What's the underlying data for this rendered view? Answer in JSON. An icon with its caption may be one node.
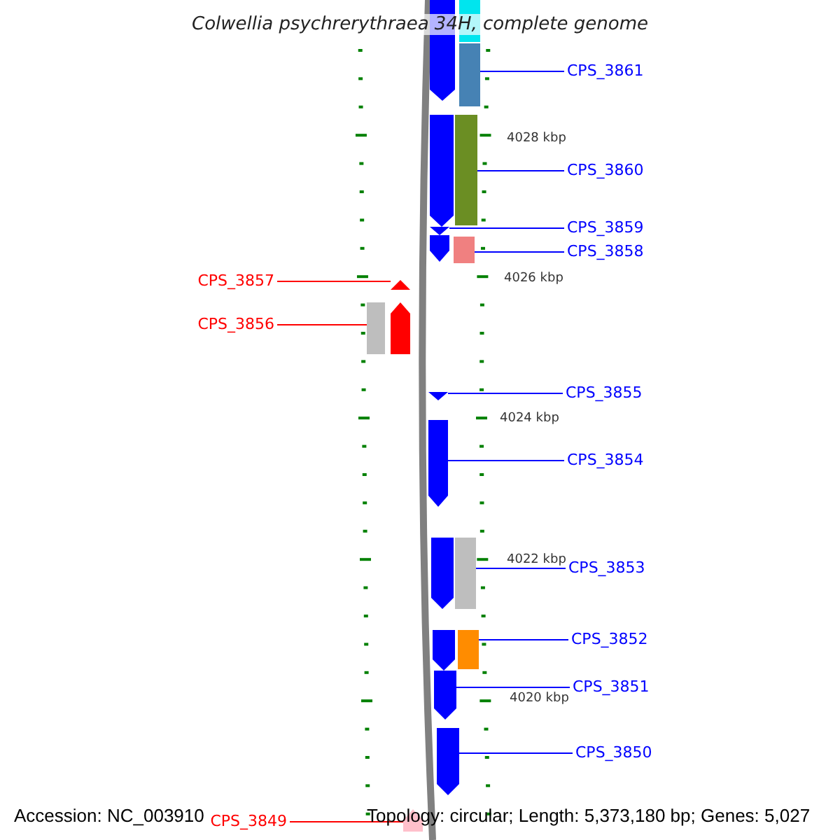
{
  "diagram": {
    "title": "Colwellia psychrerythraea 34H, complete genome",
    "nodes": [
      {
        "text": [],
        "shape": "arrow"
      },
      {
        "text": [],
        "shape": "bar"
      },
      {
        "text": [],
        "shape": "bar"
      },
      {
        "text": [
          "CPS_3861"
        ]
      },
      {
        "text": [],
        "shape": "arrow"
      },
      {
        "text": [],
        "shape": "bar"
      },
      {
        "text": [
          "CPS_3860"
        ]
      },
      {
        "text": [],
        "shape": "triangle"
      },
      {
        "text": [
          "CPS_3859"
        ]
      },
      {
        "text": [],
        "shape": "arrow"
      },
      {
        "text": [],
        "shape": "bar"
      },
      {
        "text": [
          "CPS_3858"
        ]
      },
      {
        "text": [
          "CPS_3857"
        ]
      },
      {
        "text": [],
        "shape": "triangle"
      },
      {
        "text": [
          "CPS_3856"
        ]
      },
      {
        "text": [],
        "shape": "bar"
      },
      {
        "text": [],
        "shape": "arrow"
      },
      {
        "text": [],
        "shape": "triangle"
      },
      {
        "text": [
          "CPS_3855"
        ]
      },
      {
        "text": [],
        "shape": "arrow"
      },
      {
        "text": [
          "CPS_3854"
        ]
      },
      {
        "text": [],
        "shape": "arrow"
      },
      {
        "text": [],
        "shape": "bar"
      },
      {
        "text": [
          "CPS_3853"
        ]
      },
      {
        "text": [],
        "shape": "arrow"
      },
      {
        "text": [],
        "shape": "bar"
      },
      {
        "text": [
          "CPS_3852"
        ]
      },
      {
        "text": [],
        "shape": "arrow"
      },
      {
        "text": [
          "CPS_3851"
        ]
      },
      {
        "text": [],
        "shape": "arrow"
      },
      {
        "text": [
          "CPS_3850"
        ]
      },
      {
        "text": [
          "CPS_3849"
        ]
      },
      {
        "text": [],
        "shape": "arrow"
      }
    ],
    "edges": [
      {
        "from": 3,
        "to": 2,
        "arrow": "none"
      },
      {
        "from": 6,
        "to": 5,
        "arrow": "none"
      },
      {
        "from": 8,
        "to": 7,
        "arrow": "none"
      },
      {
        "from": 11,
        "to": 10,
        "arrow": "none"
      },
      {
        "from": 12,
        "to": 13,
        "arrow": "none",
        "color": "#ff0000"
      },
      {
        "from": 14,
        "to": 15,
        "arrow": "none",
        "color": "#ff0000"
      },
      {
        "from": 18,
        "to": 17,
        "arrow": "none"
      },
      {
        "from": 20,
        "to": 19,
        "arrow": "none"
      },
      {
        "from": 23,
        "to": 22,
        "arrow": "none"
      },
      {
        "from": 26,
        "to": 25,
        "arrow": "none"
      },
      {
        "from": 28,
        "to": 27,
        "arrow": "none"
      },
      {
        "from": 30,
        "to": 29,
        "arrow": "none"
      },
      {
        "from": 31,
        "to": 32,
        "arrow": "none",
        "color": "#ff0000"
      }
    ],
    "labels": [
      "4028 kbp",
      "4026 kbp",
      "4024 kbp",
      "4022 kbp",
      "4020 kbp",
      "Accession: NC_003910",
      "Topology: circular; Length: 5,373,180 bp; Genes: 5,027"
    ]
  }
}
